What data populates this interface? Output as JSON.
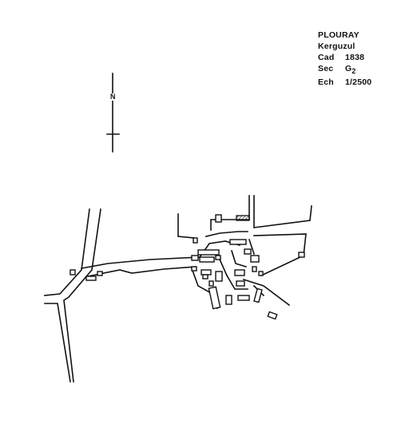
{
  "legend": {
    "commune": "PLOURAY",
    "lieu": "Kerguzul",
    "cad_label": "Cad",
    "cad_value": "1838",
    "sec_label": "Sec",
    "sec_value_letter": "G",
    "sec_value_sub": "2",
    "ech_label": "Ech",
    "ech_value": "1/2500"
  },
  "north_arrow": {
    "label": "N"
  },
  "colors": {
    "ink": "#111111",
    "paper": "#ffffff",
    "hatch": "#333333"
  }
}
